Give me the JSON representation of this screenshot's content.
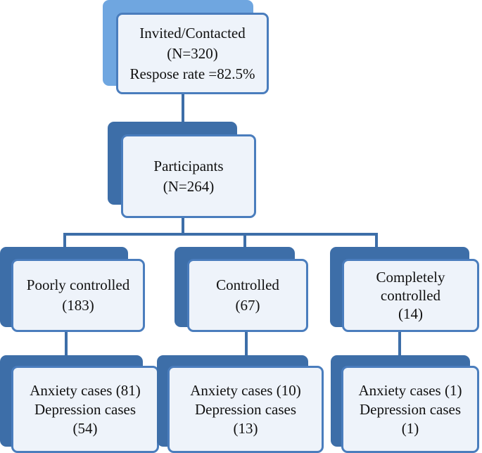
{
  "colors": {
    "border": "#4a7dbd",
    "fill": "#eef3fa",
    "shadow_top": "#6fa6e0",
    "shadow": "#3d6ea8",
    "connector": "#3d6ea8"
  },
  "invited": {
    "title": "Invited/Contacted",
    "count": "(N=320)",
    "response": "Respose rate =82.5%"
  },
  "participants": {
    "title": "Participants",
    "count": "(N=264)"
  },
  "groups": [
    {
      "name": "Poorly controlled",
      "count": "(183)",
      "anxiety": "Anxiety cases (81)",
      "depression": "Depression cases",
      "depression_count": "(54)"
    },
    {
      "name": "Controlled",
      "count": "(67)",
      "anxiety": "Anxiety cases (10)",
      "depression": "Depression cases",
      "depression_count": "(13)"
    },
    {
      "name_line1": "Completely",
      "name_line2": "controlled",
      "count": "(14)",
      "anxiety": "Anxiety cases (1)",
      "depression": "Depression cases",
      "depression_count": "(1)"
    }
  ]
}
